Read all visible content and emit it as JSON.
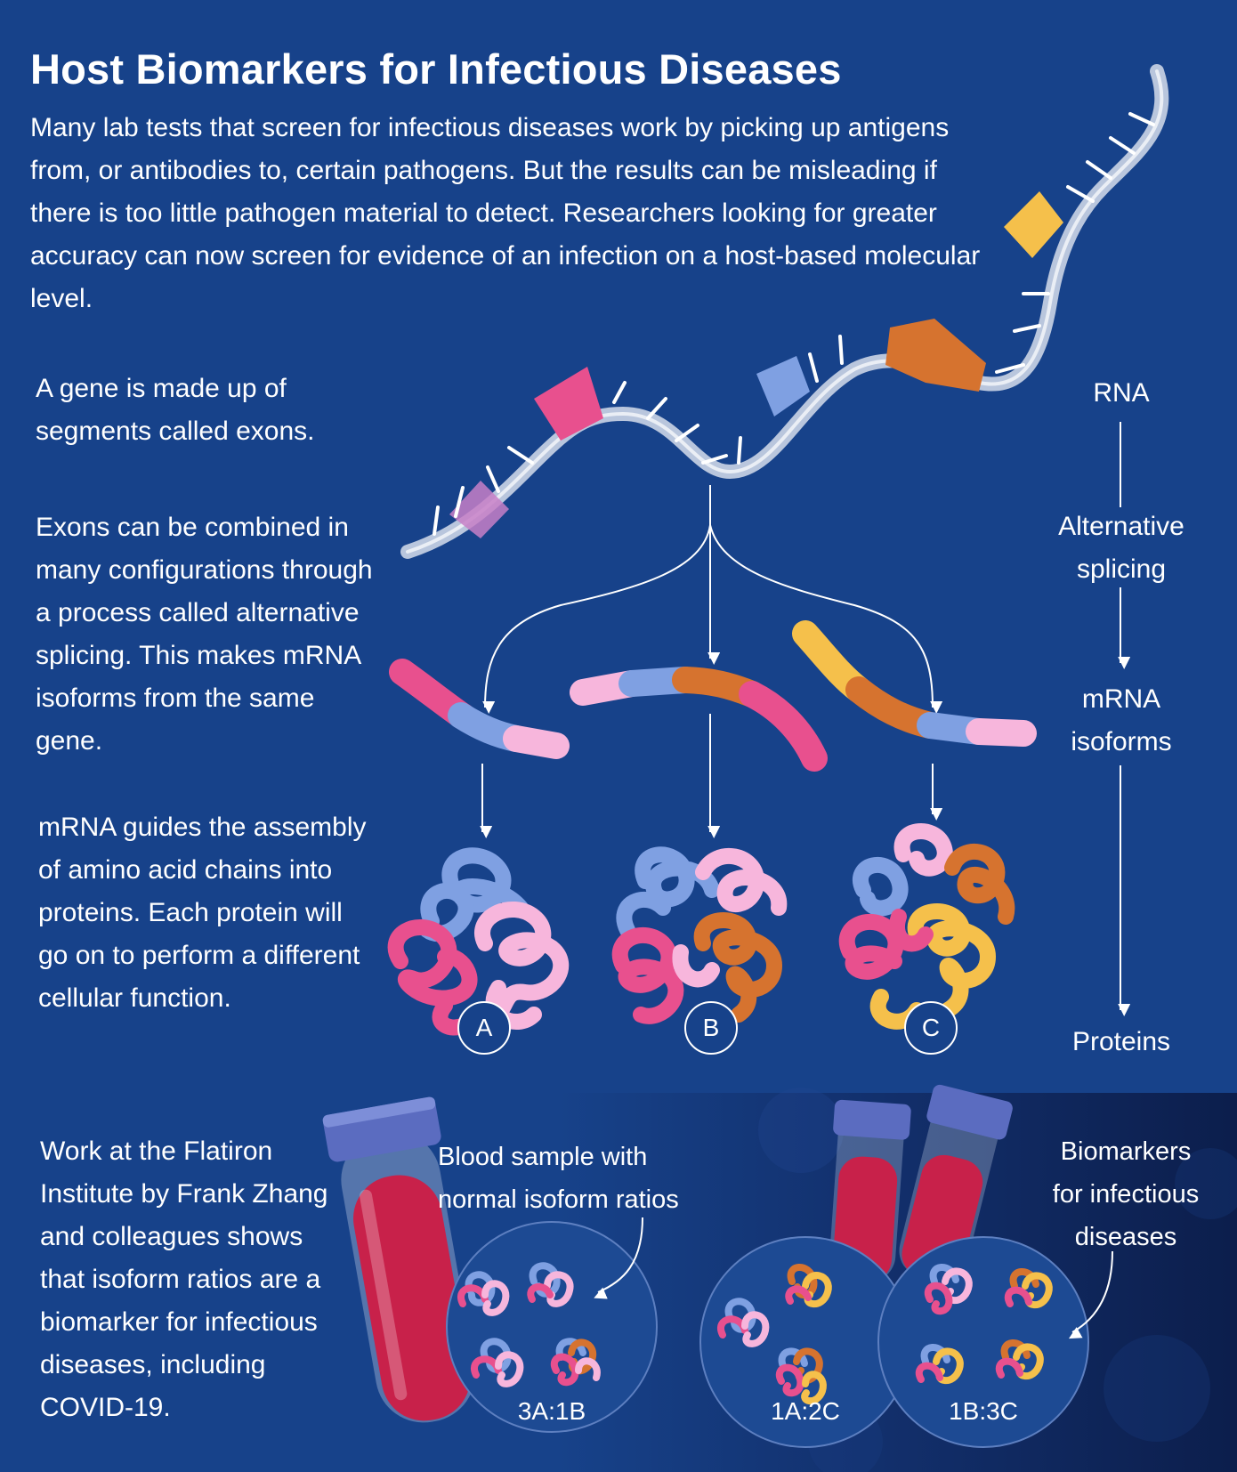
{
  "title": "Host Biomarkers for Infectious Diseases",
  "intro": "Many lab tests that screen for infectious diseases work by picking up antigens from, or antibodies to, certain pathogens. But the results can be misleading if there is too little pathogen material to detect. Researchers looking for greater accuracy can now screen for evidence of an infection on a host-based molecular level.",
  "paragraphs": {
    "gene": "A gene is made up of segments called exons.",
    "splicing": "Exons can be combined in many configurations through a process called alternative splicing. This makes mRNA isoforms from the same gene.",
    "proteins": "mRNA guides the assembly of amino acid chains into proteins. Each protein will go on to perform a different cellular function.",
    "work": "Work at the Flatiron Institute by Frank Zhang and colleagues shows that isoform ratios are a biomarker for infectious diseases, including COVID-19."
  },
  "stages": {
    "rna": "RNA",
    "alt_splicing_1": "Alternative",
    "alt_splicing_2": "splicing",
    "mrna_1": "mRNA",
    "mrna_2": "isoforms",
    "proteins": "Proteins"
  },
  "protein_labels": [
    "A",
    "B",
    "C"
  ],
  "captions": {
    "normal_1": "Blood sample with",
    "normal_2": "normal isoform ratios",
    "bio_1": "Biomarkers",
    "bio_2": "for infectious",
    "bio_3": "diseases"
  },
  "ratios": [
    "3A:1B",
    "1A:2C",
    "1B:3C"
  ],
  "colors": {
    "background": "#17428a",
    "exon_pink": "#e8508e",
    "exon_light_pink": "#f7b6dc",
    "exon_blue": "#7fa0e2",
    "exon_orange": "#d6732f",
    "exon_yellow": "#f5c04b",
    "blood": "#c8214a"
  }
}
